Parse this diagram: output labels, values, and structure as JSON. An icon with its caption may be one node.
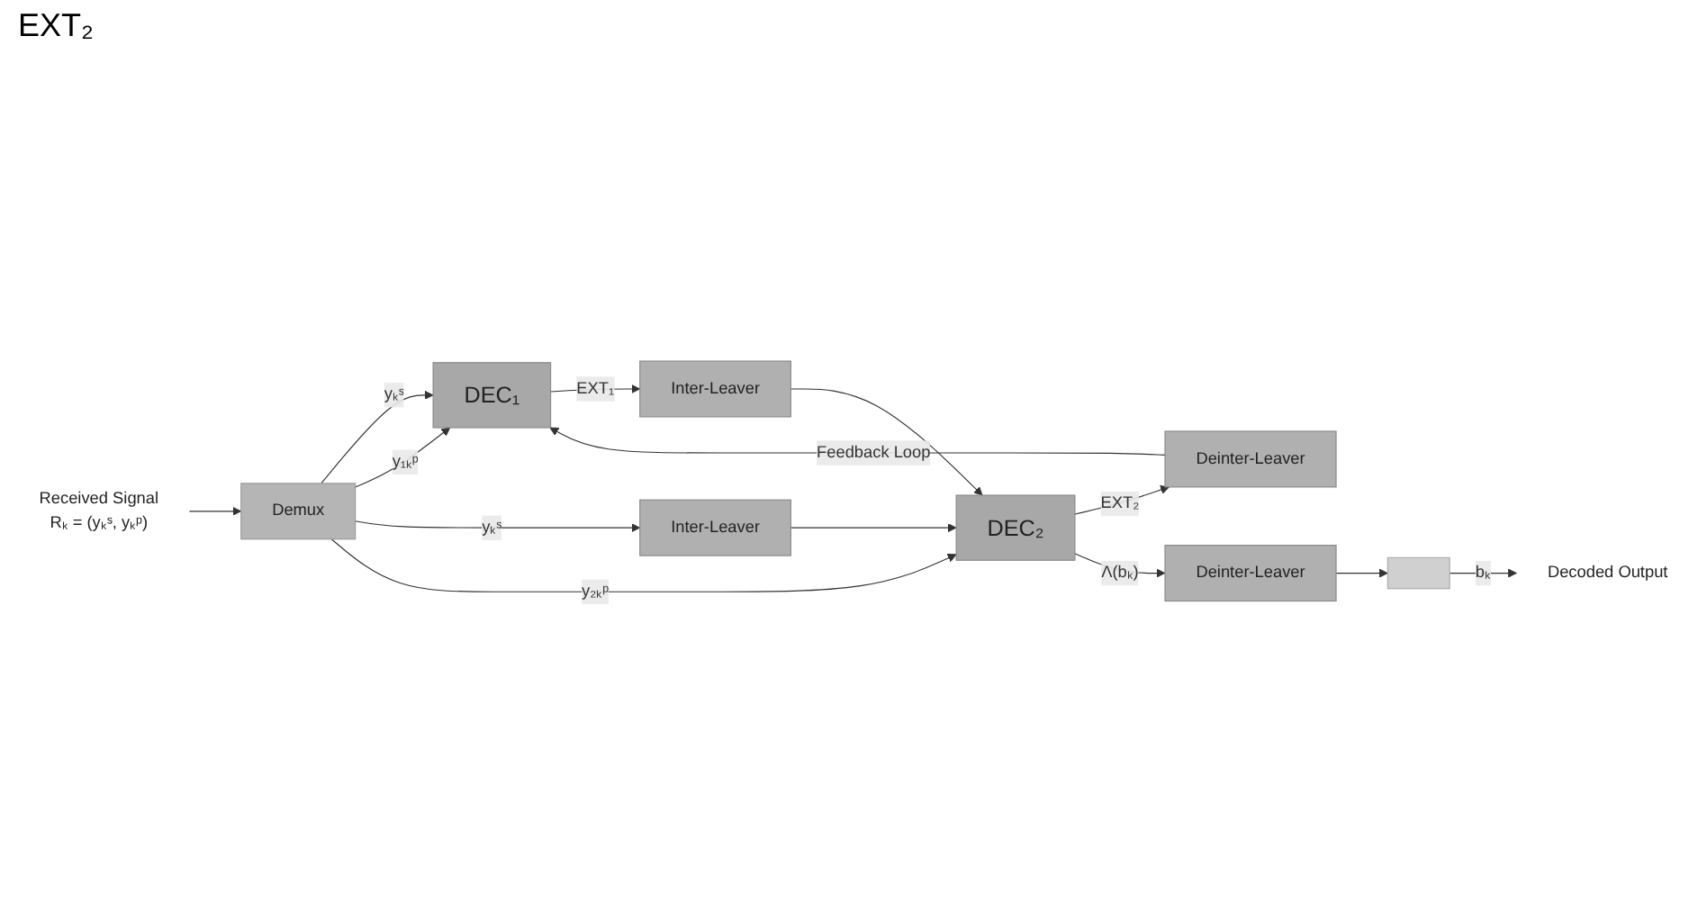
{
  "diagram": {
    "nodes": [
      {
        "text": [
          "Demux"
        ],
        "beside": [
          "Received Signal",
          "Rₖ = (yₖˢ, yₖᵖ)"
        ]
      },
      {
        "text": [
          "DEC₁"
        ]
      },
      {
        "text": [
          "Inter-Leaver"
        ]
      },
      {
        "text": [
          "Inter-Leaver"
        ]
      },
      {
        "text": [
          "DEC₂"
        ]
      },
      {
        "text": [
          "Deinter-Leaver"
        ]
      },
      {
        "text": [
          "Deinter-Leaver"
        ]
      },
      {
        "text": [],
        "shape": "box"
      },
      {
        "text": [
          "Decoded Output"
        ]
      }
    ],
    "edges": [
      {
        "from": null,
        "to": 0,
        "arrow": "to"
      },
      {
        "from": 0,
        "to": 1,
        "arrow": "to",
        "label": "yₖˢ"
      },
      {
        "from": 0,
        "to": 1,
        "arrow": "to",
        "label": "y₁ₖᵖ"
      },
      {
        "from": 0,
        "to": 3,
        "arrow": "to",
        "label": "yₖˢ"
      },
      {
        "from": 0,
        "to": 4,
        "arrow": "to",
        "label": "y₂ₖᵖ"
      },
      {
        "from": 1,
        "to": 2,
        "arrow": "to",
        "label": "EXT₁"
      },
      {
        "from": 2,
        "to": 4,
        "arrow": "to"
      },
      {
        "from": 3,
        "to": 4,
        "arrow": "to"
      },
      {
        "from": 4,
        "to": 5,
        "arrow": "to",
        "label": "EXT₂"
      },
      {
        "from": 5,
        "to": 1,
        "arrow": "to",
        "label": "Feedback Loop"
      },
      {
        "from": 4,
        "to": 6,
        "arrow": "to",
        "label": "Λ(bₖ)"
      },
      {
        "from": 6,
        "to": 7,
        "arrow": "to"
      },
      {
        "from": 7,
        "to": 8,
        "arrow": "to",
        "label": "bₖ"
      }
    ],
    "labels": [
      "EXT₂"
    ]
  }
}
